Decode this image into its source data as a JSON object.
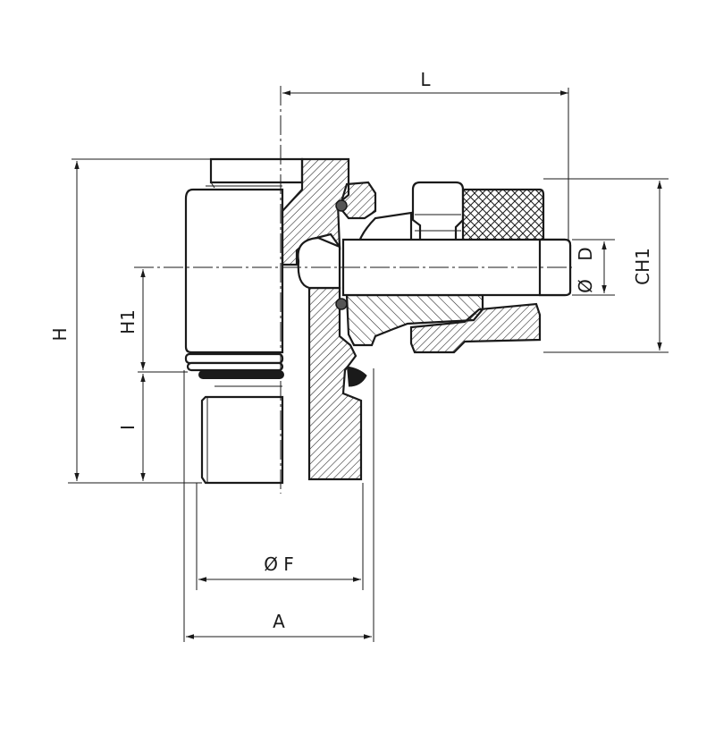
{
  "dimensions": {
    "L": "L",
    "D": "D",
    "phi": "Ø",
    "CH1": "CH1",
    "H": "H",
    "H1": "H1",
    "I": "I",
    "F": "Ø F",
    "A": "A"
  }
}
